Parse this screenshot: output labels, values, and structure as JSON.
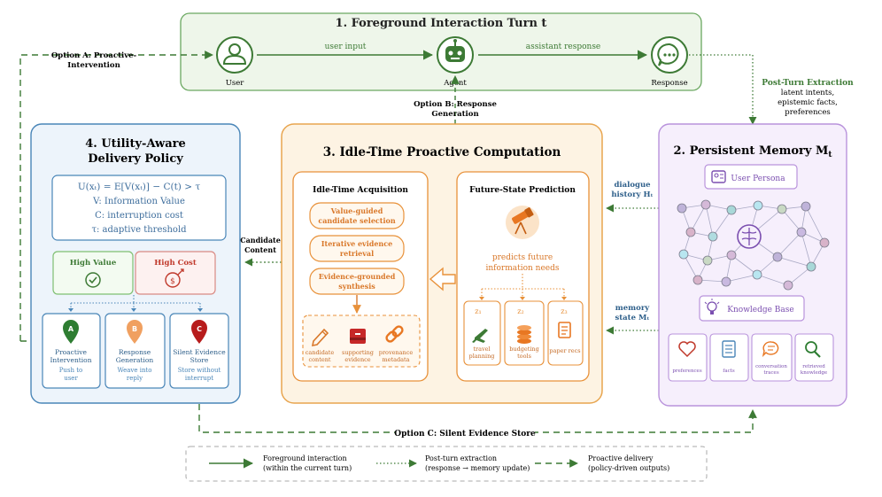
{
  "foreground": {
    "title": "1. Foreground Interaction Turn t",
    "user_label": "User",
    "agent_label": "Agent",
    "response_label": "Response",
    "user_input": "user input",
    "assistant_response": "assistant response"
  },
  "option_a": {
    "line1": "Option A: Proactive-",
    "line2": "Intervention"
  },
  "option_b": {
    "line1": "Option B: Response",
    "line2": "Generation"
  },
  "option_c": {
    "label": "Option C: Silent Evidence Store"
  },
  "post_turn": {
    "title": "Post-Turn Extraction",
    "line1": "latent intents,",
    "line2": "epistemic facts,",
    "line3": "preferences"
  },
  "policy": {
    "title_line1": "4. Utility-Aware",
    "title_line2": "Delivery Policy",
    "formula": "U(xₜ) = E[V(xₜ)] − C(t) > τ",
    "def_v": "V: Information Value",
    "def_c": "C: interruption cost",
    "def_tau": "τ: adaptive threshold",
    "high_value": "High Value",
    "high_cost": "High Cost",
    "a_title": "Proactive",
    "a_title2": "Intervention",
    "a_sub1": "Push to",
    "a_sub2": "user",
    "b_title": "Response",
    "b_title2": "Generation",
    "b_sub1": "Weave into",
    "b_sub2": "reply",
    "c_title": "Silent Evidence",
    "c_title2": "Store",
    "c_sub1": "Store without",
    "c_sub2": "interrupt",
    "badge_a": "A",
    "badge_b": "B",
    "badge_c": "C"
  },
  "candidate_content": {
    "line1": "Candidate",
    "line2": "Content"
  },
  "idle": {
    "title": "3. Idle-Time Proactive Computation",
    "acq_title": "Idle-Time Acquisition",
    "step1_l1": "Value-guided",
    "step1_l2": "candidate selection",
    "step2_l1": "Iterative evidence",
    "step2_l2": "retrieval",
    "step3_l1": "Evidence-grounded",
    "step3_l2": "synthesis",
    "out1_l1": "candidate",
    "out1_l2": "content",
    "out2_l1": "supporting",
    "out2_l2": "evidence",
    "out3_l1": "provenance",
    "out3_l2": "metadata",
    "pred_title": "Future-State Prediction",
    "pred_l1": "predicts future",
    "pred_l2": "information needs",
    "z1": "z₁",
    "z2": "z₂",
    "z3": "z₃",
    "z1_l1": "travel",
    "z1_l2": "planning",
    "z2_l1": "budgeting",
    "z2_l2": "tools",
    "z3_l1": "paper recs"
  },
  "dialogue_history": {
    "line1": "dialogue",
    "line2": "history Hₜ"
  },
  "memory_state": {
    "line1": "memory",
    "line2": "state Mₜ"
  },
  "memory": {
    "title": "2. Persistent Memory M",
    "title_sub": "t",
    "persona": "User Persona",
    "kb": "Knowledge Base",
    "cat1": "preferences",
    "cat2": "facts",
    "cat3_l1": "conversation",
    "cat3_l2": "traces",
    "cat4_l1": "retrieved",
    "cat4_l2": "knowledge"
  },
  "legend": {
    "fg_l1": "Foreground interaction",
    "fg_l2": "(within the current turn)",
    "pt_l1": "Post-turn extraction",
    "pt_l2": "(response → memory update)",
    "pd_l1": "Proactive delivery",
    "pd_l2": "(policy-driven outputs)"
  },
  "colors": {
    "green": "#3d7a35",
    "blue": "#4a86b8",
    "orange": "#e8913a",
    "purple": "#a97fd1",
    "red": "#c0392b"
  }
}
